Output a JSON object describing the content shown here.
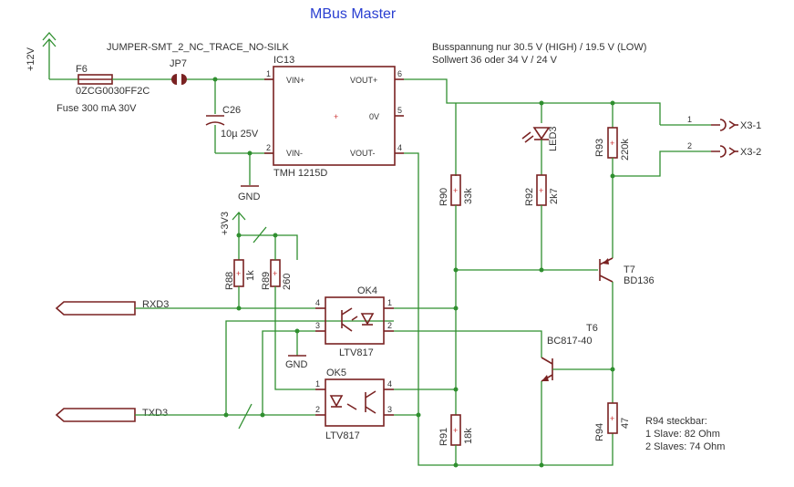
{
  "title": "MBus Master",
  "power": {
    "supply": "+12V",
    "rail3v3": "+3V3",
    "gnd1": "GND",
    "gnd2": "GND"
  },
  "jumper": {
    "text": "JUMPER-SMT_2_NC_TRACE_NO-SILK",
    "ref": "JP7"
  },
  "fuse": {
    "ref": "F6",
    "part": "0ZCG0030FF2C",
    "note": "Fuse 300 mA 30V"
  },
  "capacitor": {
    "ref": "C26",
    "value": "10µ 25V"
  },
  "dcdc": {
    "ref": "IC13",
    "part": "TMH 1215D",
    "pins": {
      "vin_plus": "VIN+",
      "vin_minus": "VIN-",
      "vout_plus": "VOUT+",
      "vout_zero": "0V",
      "vout_minus": "VOUT-"
    },
    "pin_numbers": {
      "p1": "1",
      "p2": "2",
      "p4": "4",
      "p5": "5",
      "p6": "6"
    }
  },
  "bus_note": {
    "line1": "Busspannung nur 30.5 V (HIGH) / 19.5 V (LOW)",
    "line2": "Sollwert 36 oder 34 V / 24 V"
  },
  "led": {
    "ref": "LED3"
  },
  "resistors": {
    "r93": {
      "ref": "R93",
      "value": "220k"
    },
    "r90": {
      "ref": "R90",
      "value": "33k"
    },
    "r92": {
      "ref": "R92",
      "value": "2k7"
    },
    "r88": {
      "ref": "R88",
      "value": "1k"
    },
    "r89": {
      "ref": "R89",
      "value": "260"
    },
    "r91": {
      "ref": "R91",
      "value": "18k"
    },
    "r94": {
      "ref": "R94",
      "value": "47"
    }
  },
  "transistors": {
    "t7": {
      "ref": "T7",
      "part": "BD136"
    },
    "t6": {
      "ref": "T6",
      "part": "BC817-40"
    }
  },
  "optocouplers": {
    "ok4": {
      "ref": "OK4",
      "part": "LTV817",
      "pin1": "1",
      "pin2": "2",
      "pin3": "3",
      "pin4": "4"
    },
    "ok5": {
      "ref": "OK5",
      "part": "LTV817",
      "pin1": "1",
      "pin2": "2",
      "pin3": "3",
      "pin4": "4"
    }
  },
  "connectors": {
    "x1": "X3-1",
    "x2": "X3-2",
    "pin1": "1",
    "pin2": "2"
  },
  "signals": {
    "rxd": "RXD3",
    "txd": "TXD3"
  },
  "r94_note": {
    "line1": "R94 steckbar:",
    "line2": "1 Slave: 82 Ohm",
    "line3": "2 Slaves: 74 Ohm"
  }
}
